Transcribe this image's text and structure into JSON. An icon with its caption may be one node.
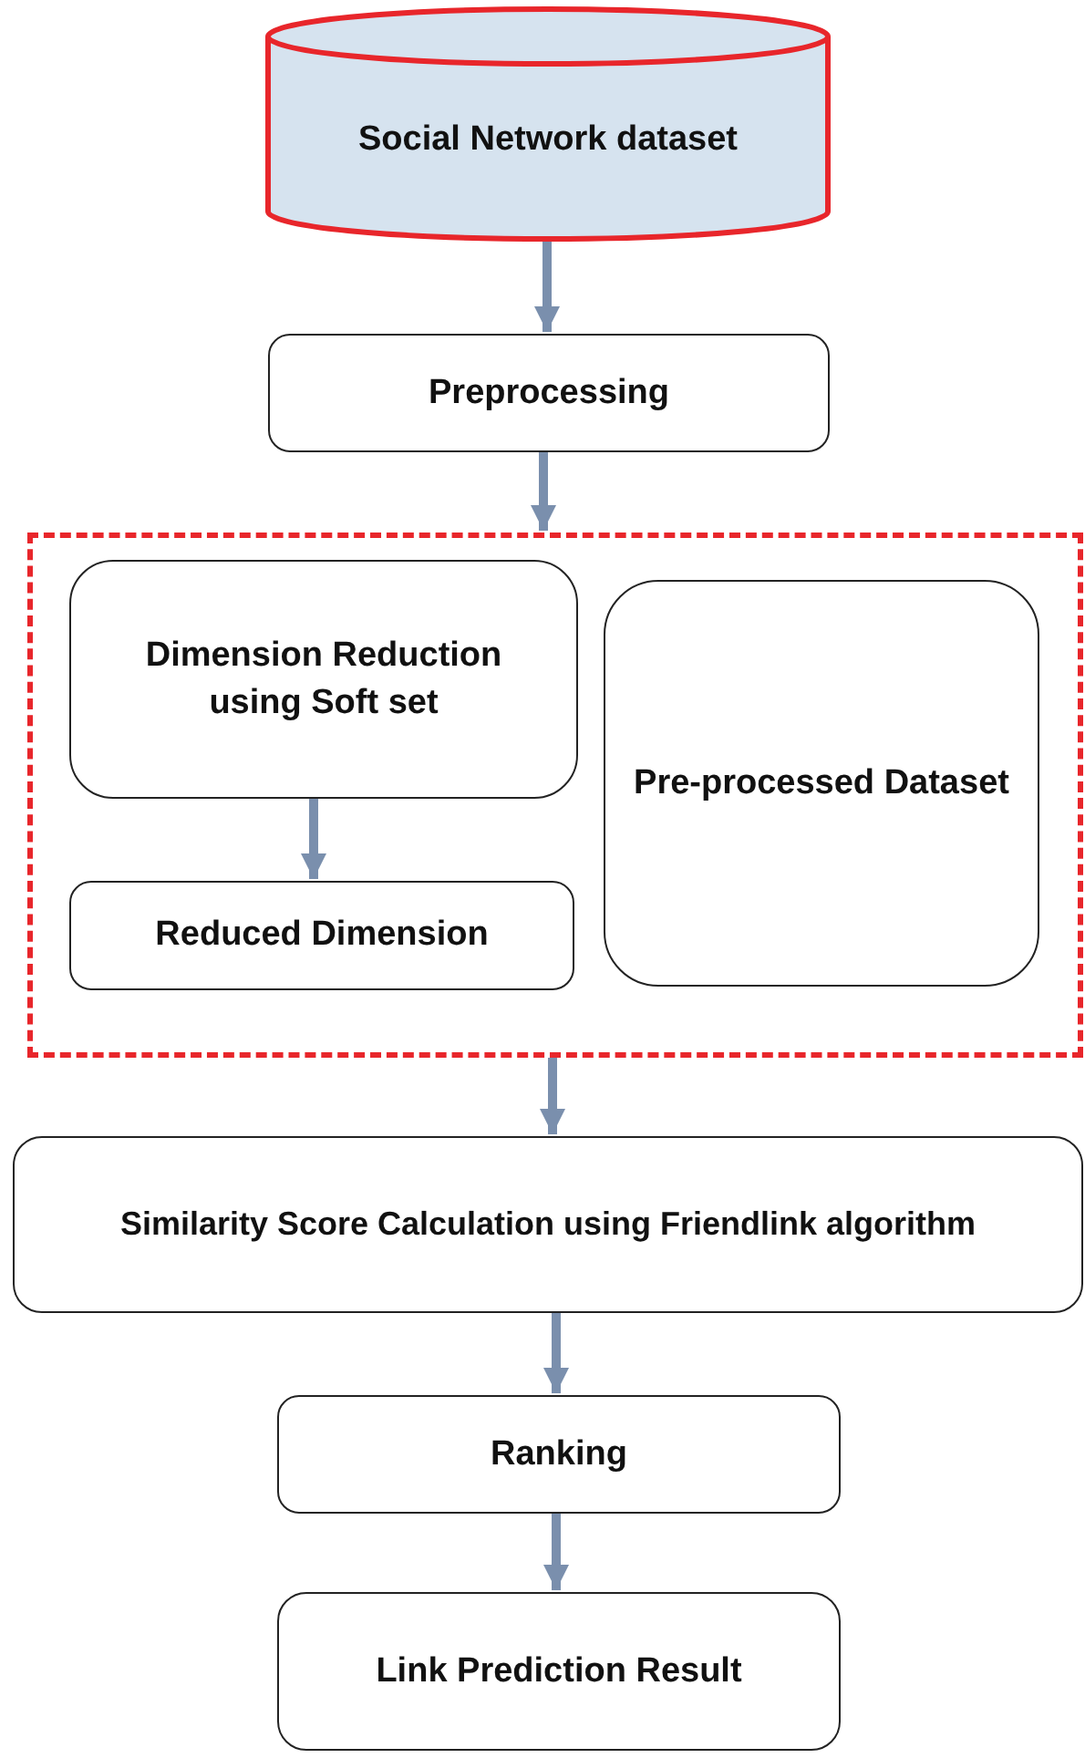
{
  "diagram": {
    "nodes": [
      {
        "text": [
          "Social Network dataset"
        ]
      },
      {
        "text": [
          "Preprocessing"
        ]
      },
      {
        "text": [],
        "shape": "box"
      },
      {
        "text": [
          "Dimension Reduction using Soft set"
        ],
        "in": 2
      },
      {
        "text": [
          "Reduced Dimension"
        ],
        "in": 2
      },
      {
        "text": [
          "Pre-processed Dataset"
        ],
        "in": 2
      },
      {
        "text": [
          "Similarity Score Calculation using Friendlink algorithm"
        ]
      },
      {
        "text": [
          "Ranking"
        ]
      },
      {
        "text": [
          "Link Prediction Result"
        ]
      }
    ],
    "edges": [
      {
        "from": 0,
        "to": 1,
        "arrow": "to"
      },
      {
        "from": 1,
        "to": 2,
        "arrow": "to"
      },
      {
        "from": 3,
        "to": 4,
        "arrow": "to"
      },
      {
        "from": 2,
        "to": 6,
        "arrow": "to"
      },
      {
        "from": 6,
        "to": 7,
        "arrow": "to"
      },
      {
        "from": 7,
        "to": 8,
        "arrow": "to"
      }
    ]
  }
}
